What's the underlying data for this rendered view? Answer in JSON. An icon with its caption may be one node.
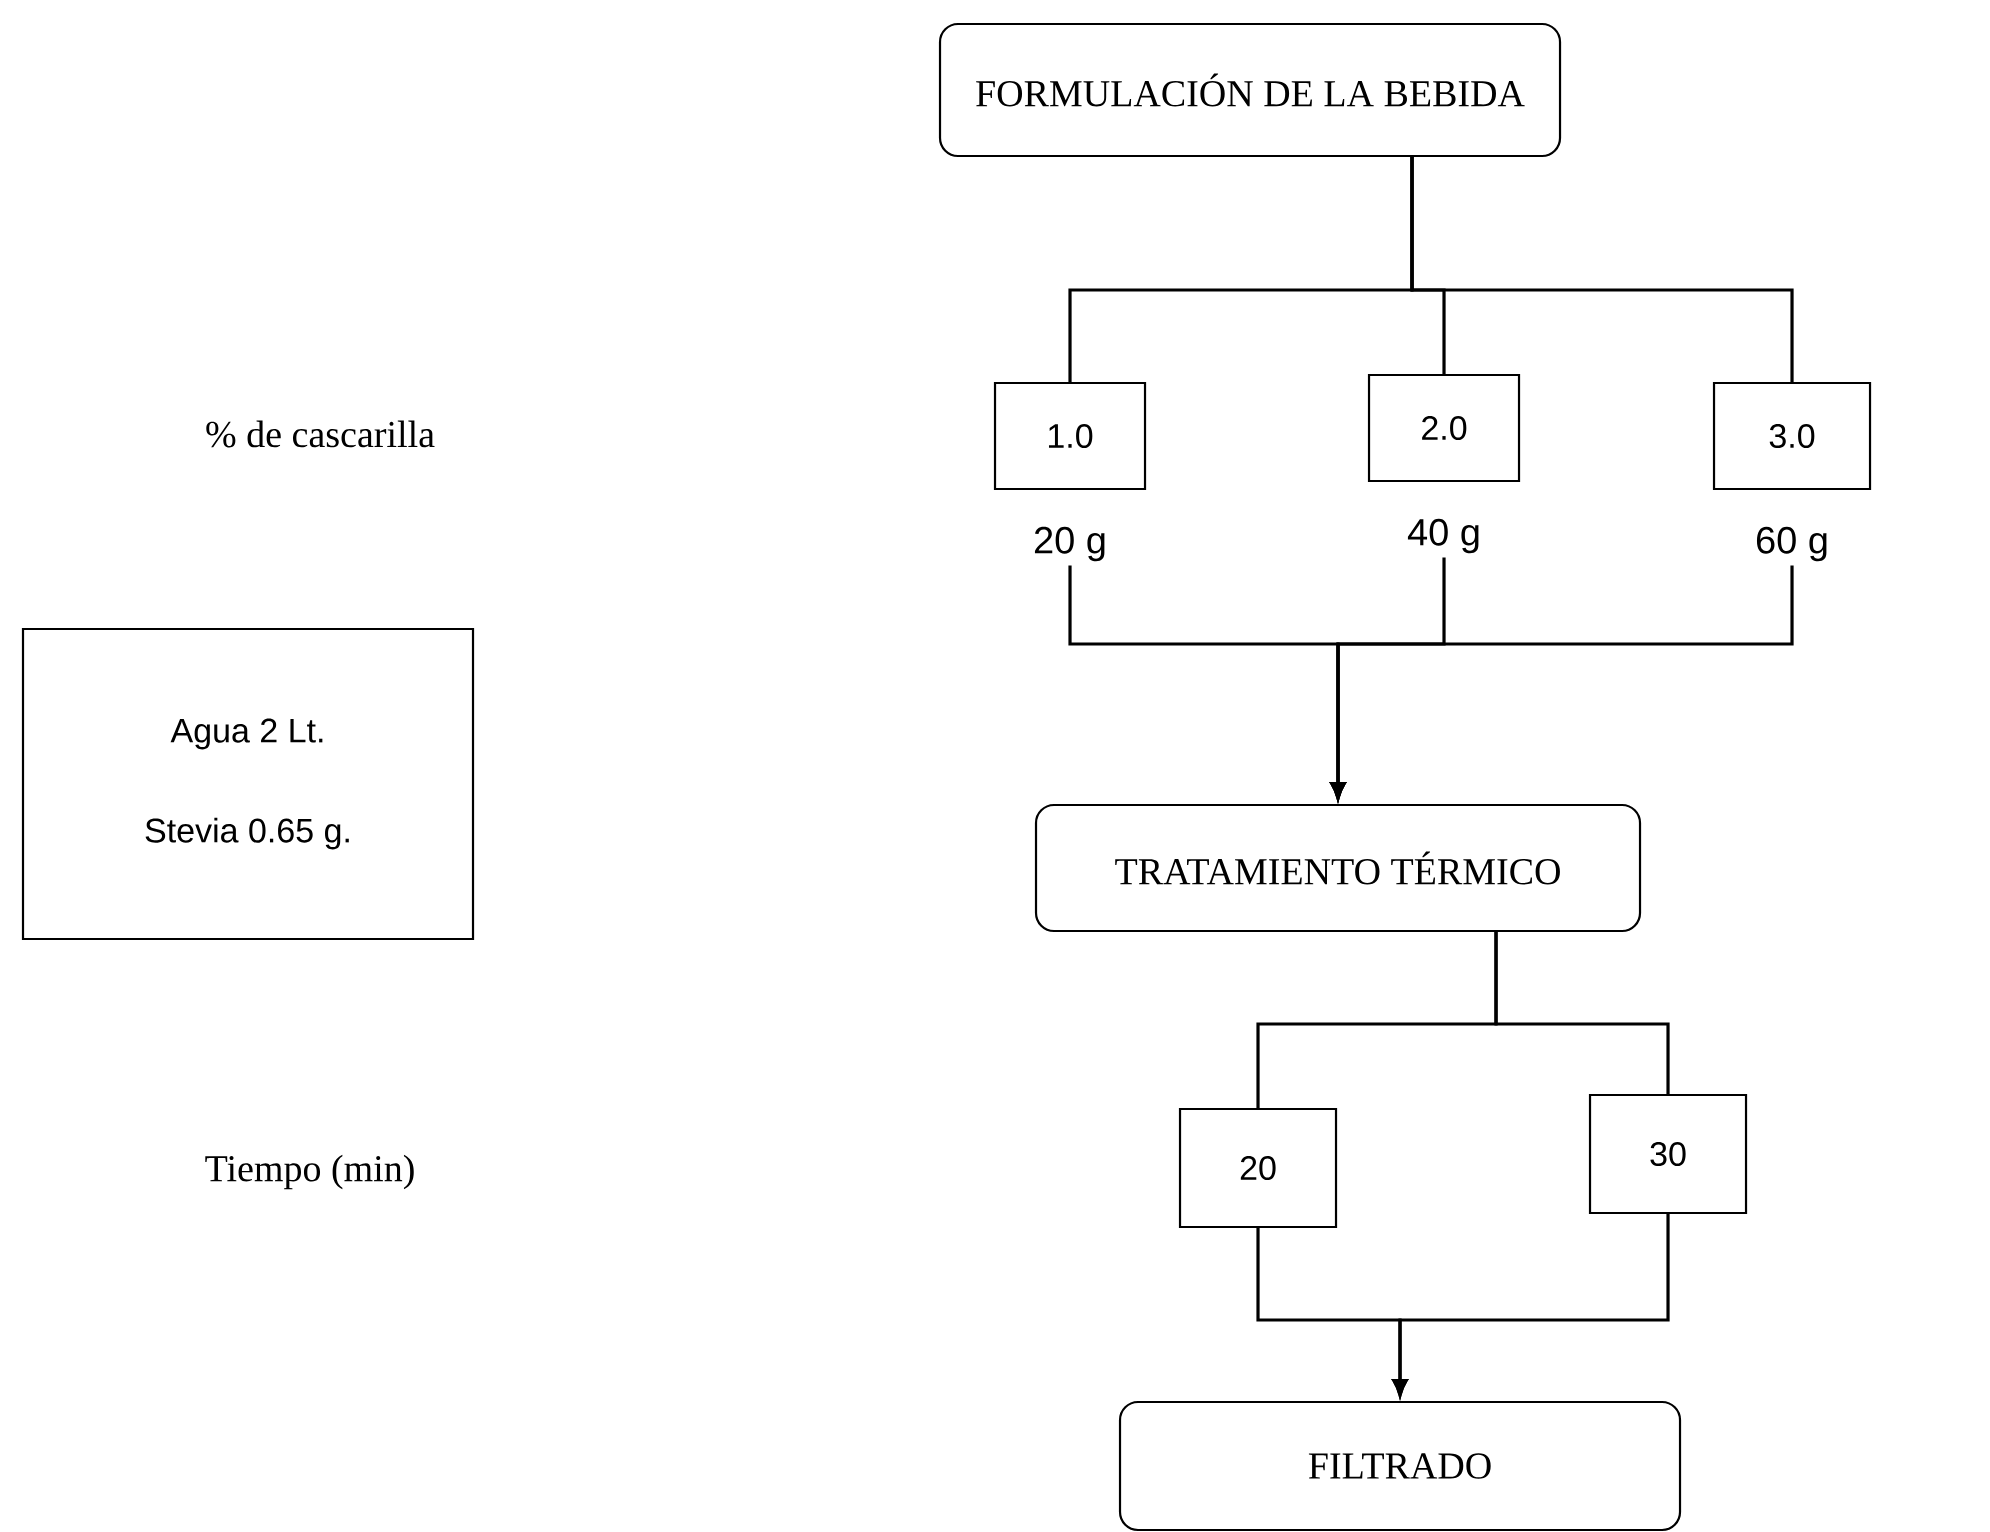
{
  "diagram": {
    "nodes": [
      {
        "text": [
          "FORMULACIÓN DE LA BEBIDA"
        ]
      },
      {
        "text": [
          "1.0"
        ],
        "beside": [
          "20 g"
        ]
      },
      {
        "text": [
          "2.0"
        ],
        "beside": [
          "40 g"
        ]
      },
      {
        "text": [
          "3.0"
        ],
        "beside": [
          "60 g"
        ]
      },
      {
        "text": [
          "TRATAMIENTO TÉRMICO"
        ]
      },
      {
        "text": [
          "20"
        ]
      },
      {
        "text": [
          "30"
        ]
      },
      {
        "text": [
          "FILTRADO"
        ]
      },
      {
        "text": [
          "Agua 2 Lt.",
          "Stevia 0.65 g."
        ]
      }
    ],
    "edges": [
      {
        "from": 0,
        "to": 1,
        "arrow": "none"
      },
      {
        "from": 0,
        "to": 2,
        "arrow": "none"
      },
      {
        "from": 0,
        "to": 3,
        "arrow": "none"
      },
      {
        "from": 1,
        "to": 4,
        "arrow": "to"
      },
      {
        "from": 2,
        "to": 4,
        "arrow": "to"
      },
      {
        "from": 3,
        "to": 4,
        "arrow": "to"
      },
      {
        "from": 4,
        "to": 5,
        "arrow": "none"
      },
      {
        "from": 4,
        "to": 6,
        "arrow": "none"
      },
      {
        "from": 5,
        "to": 7,
        "arrow": "to"
      },
      {
        "from": 6,
        "to": 7,
        "arrow": "to"
      }
    ],
    "labels": [
      "% de cascarilla",
      "Tiempo (min)"
    ]
  }
}
